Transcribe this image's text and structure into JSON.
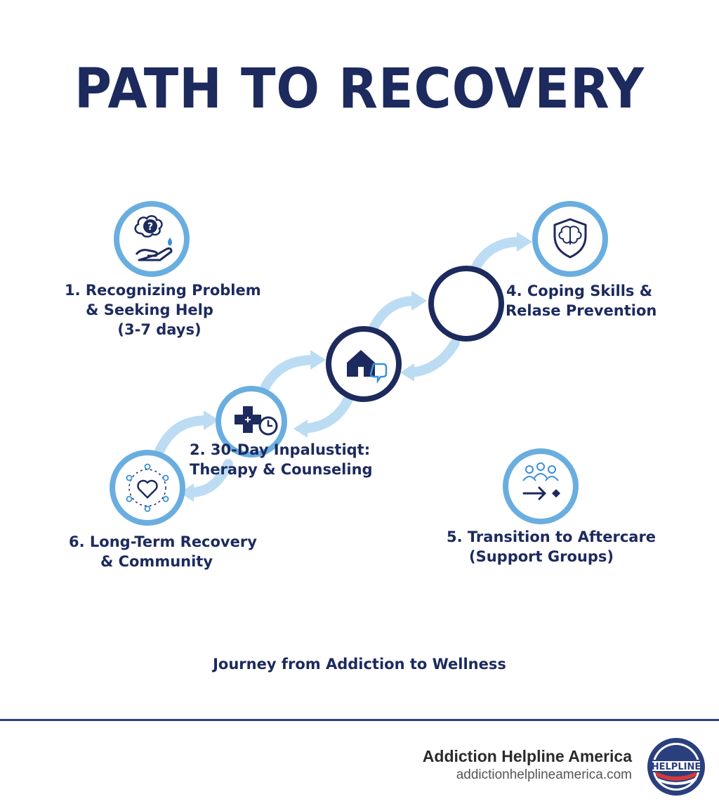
{
  "title": "PATH TO RECOVERY",
  "subtitle": "Journey from Addiction to Wellness",
  "steps": [
    {
      "id": 1,
      "lines": [
        "1. Recognizing Problem",
        "& Seeking Help",
        "(3-7 days)"
      ],
      "icon": "brain-question-hand-icon"
    },
    {
      "id": 2,
      "lines": [
        "2. 30-Day Inpalustiqt:",
        "Therapy & Counseling"
      ],
      "icon": "medical-cross-clock-icon"
    },
    {
      "id": 3,
      "lines": [],
      "icon": "home-chat-icon"
    },
    {
      "id": 4,
      "lines": [
        "4. Coping Skills &",
        "Relase Prevention"
      ],
      "icon": "shield-brain-icon"
    },
    {
      "id": 5,
      "lines": [
        "5. Transition to Aftercare",
        "(Support Groups)"
      ],
      "icon": "group-arrow-icon"
    },
    {
      "id": 6,
      "lines": [
        "6. Long-Term Recovery",
        "& Community"
      ],
      "icon": "community-heart-icon"
    }
  ],
  "brand": {
    "name": "Addiction Helpline America",
    "url": "addictionhelplineamerica.com",
    "seal_text": "HELPLINE"
  },
  "colors": {
    "navy": "#1c2a5e",
    "ring_light": "#6aaee0",
    "arrow_light": "#bcdcf4",
    "accent_blue": "#3b8fd9"
  }
}
